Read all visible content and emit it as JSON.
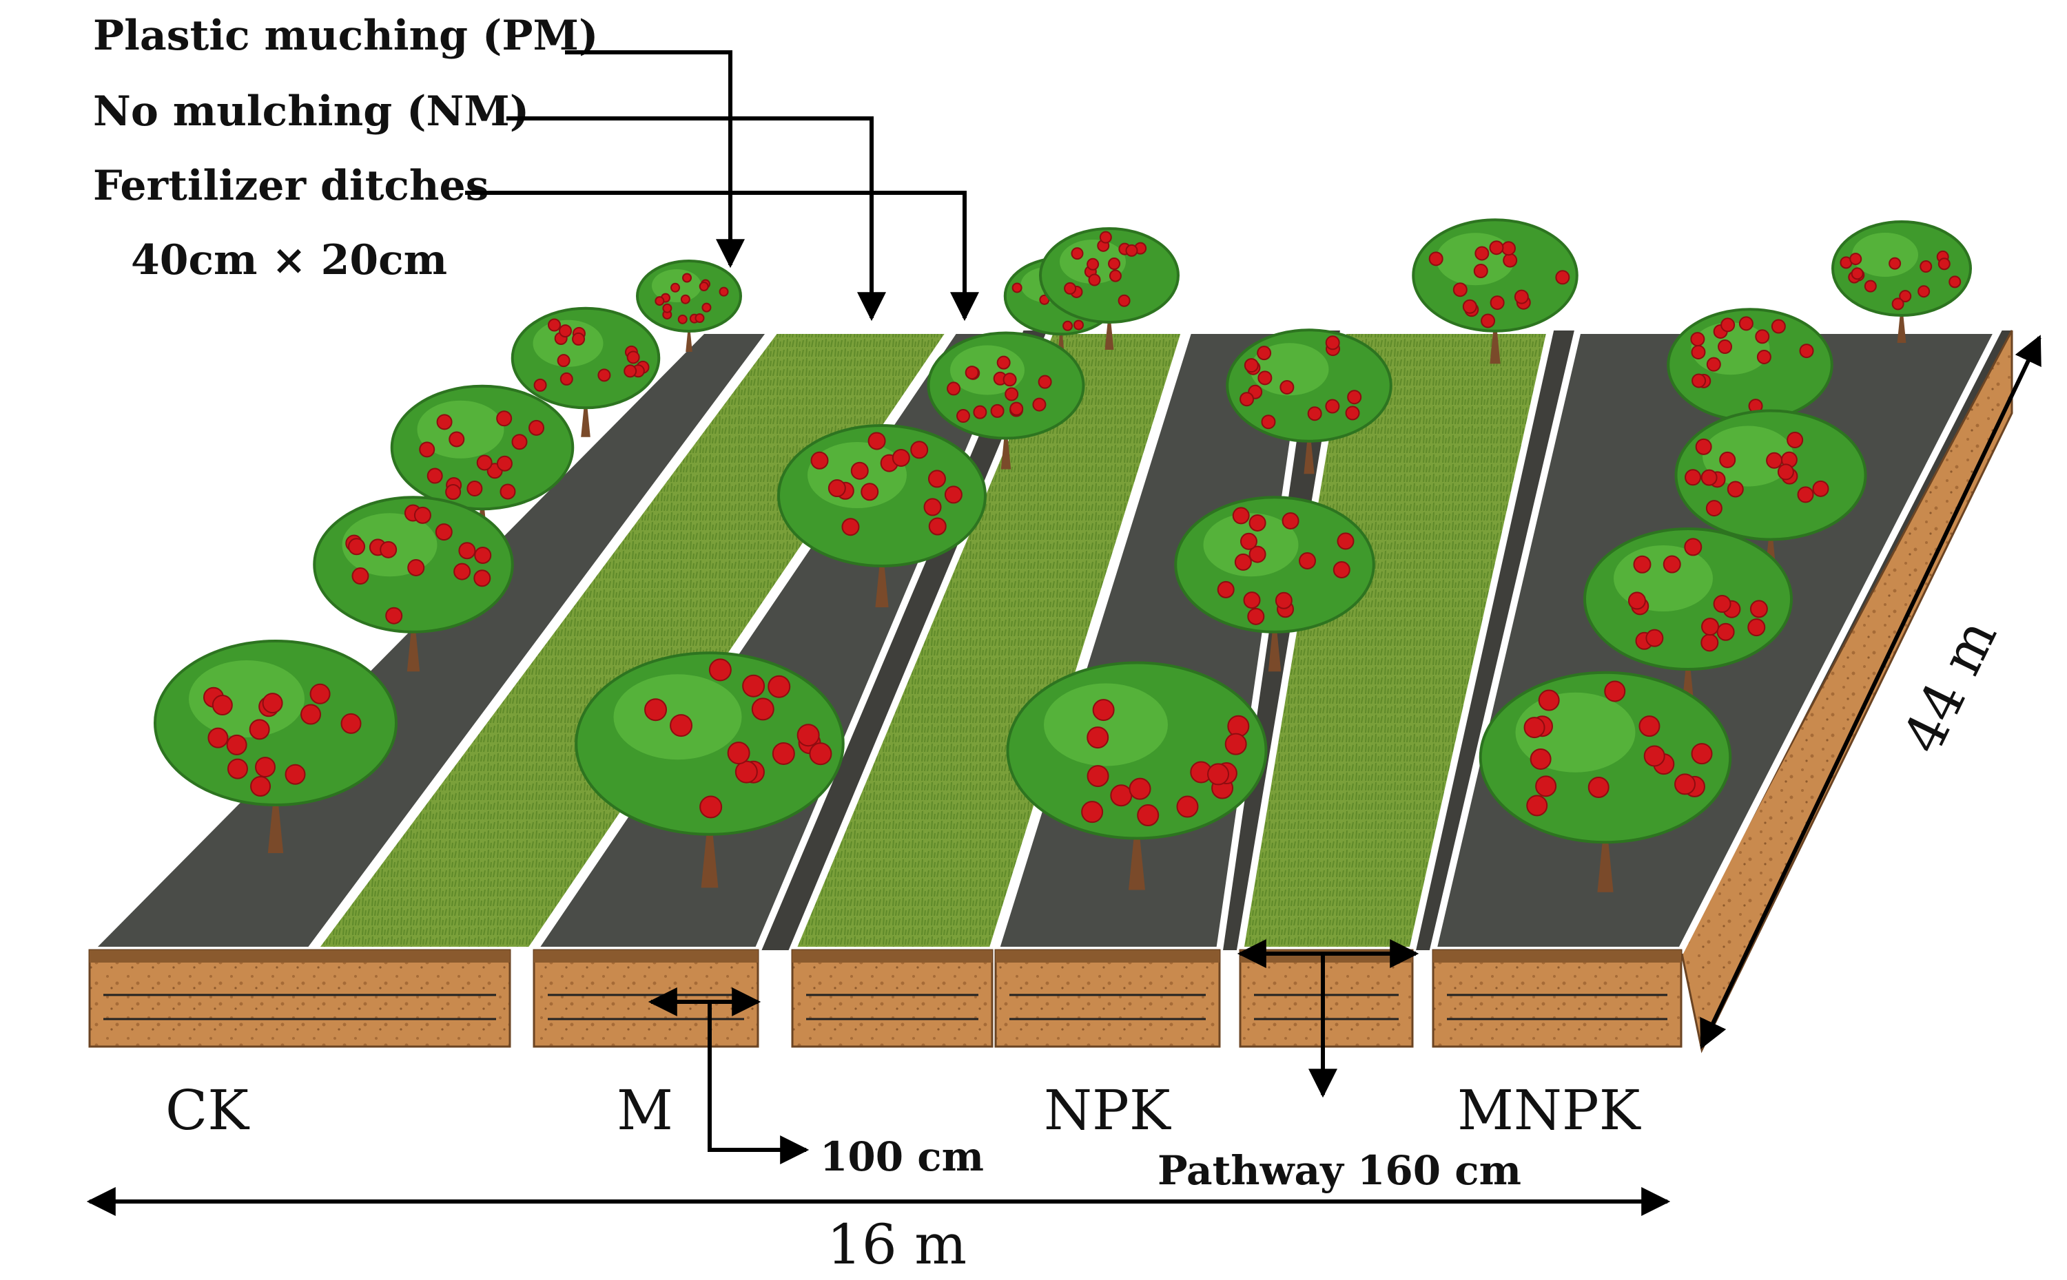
{
  "legend": {
    "pm": "Plastic muching (PM)",
    "nm": "No mulching (NM)",
    "fd": "Fertilizer ditches",
    "fd_size": "40cm × 20cm"
  },
  "treatments": [
    "CK",
    "M",
    "NPK",
    "MNPK"
  ],
  "dimensions": {
    "bed_width": "100 cm",
    "pathway": "Pathway 160 cm",
    "total_width": "16 m",
    "total_length": "44 m"
  },
  "colors": {
    "plastic_mulch": "#4a4c48",
    "grass": "#7aa03a",
    "soil": "#c98a4e",
    "foliage": "#3f9a2c",
    "fruit": "#d2151b",
    "trunk": "#7a4a2a"
  }
}
